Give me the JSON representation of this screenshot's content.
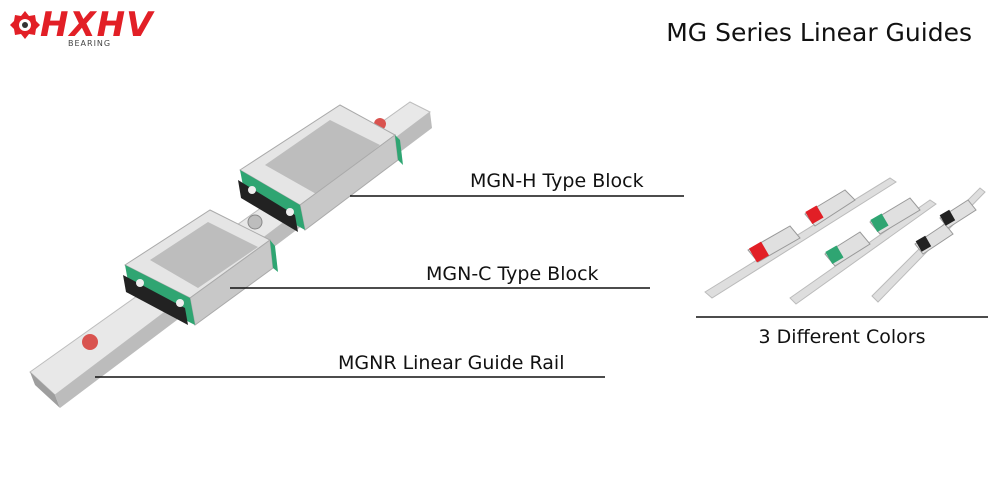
{
  "brand": {
    "logo_text": "HXHV",
    "logo_sub": "BEARING"
  },
  "title": "MG Series Linear Guides",
  "callouts": {
    "h_block": "MGN-H Type Block",
    "c_block": "MGN-C Type Block",
    "rail": "MGNR Linear Guide Rail"
  },
  "colors_caption": "3 Different Colors",
  "colors": {
    "brand_red": "#e21f26",
    "end_green": "#2fa572",
    "block_gray": "#d6d6d6",
    "rail_gray": "#cfcfcf"
  }
}
